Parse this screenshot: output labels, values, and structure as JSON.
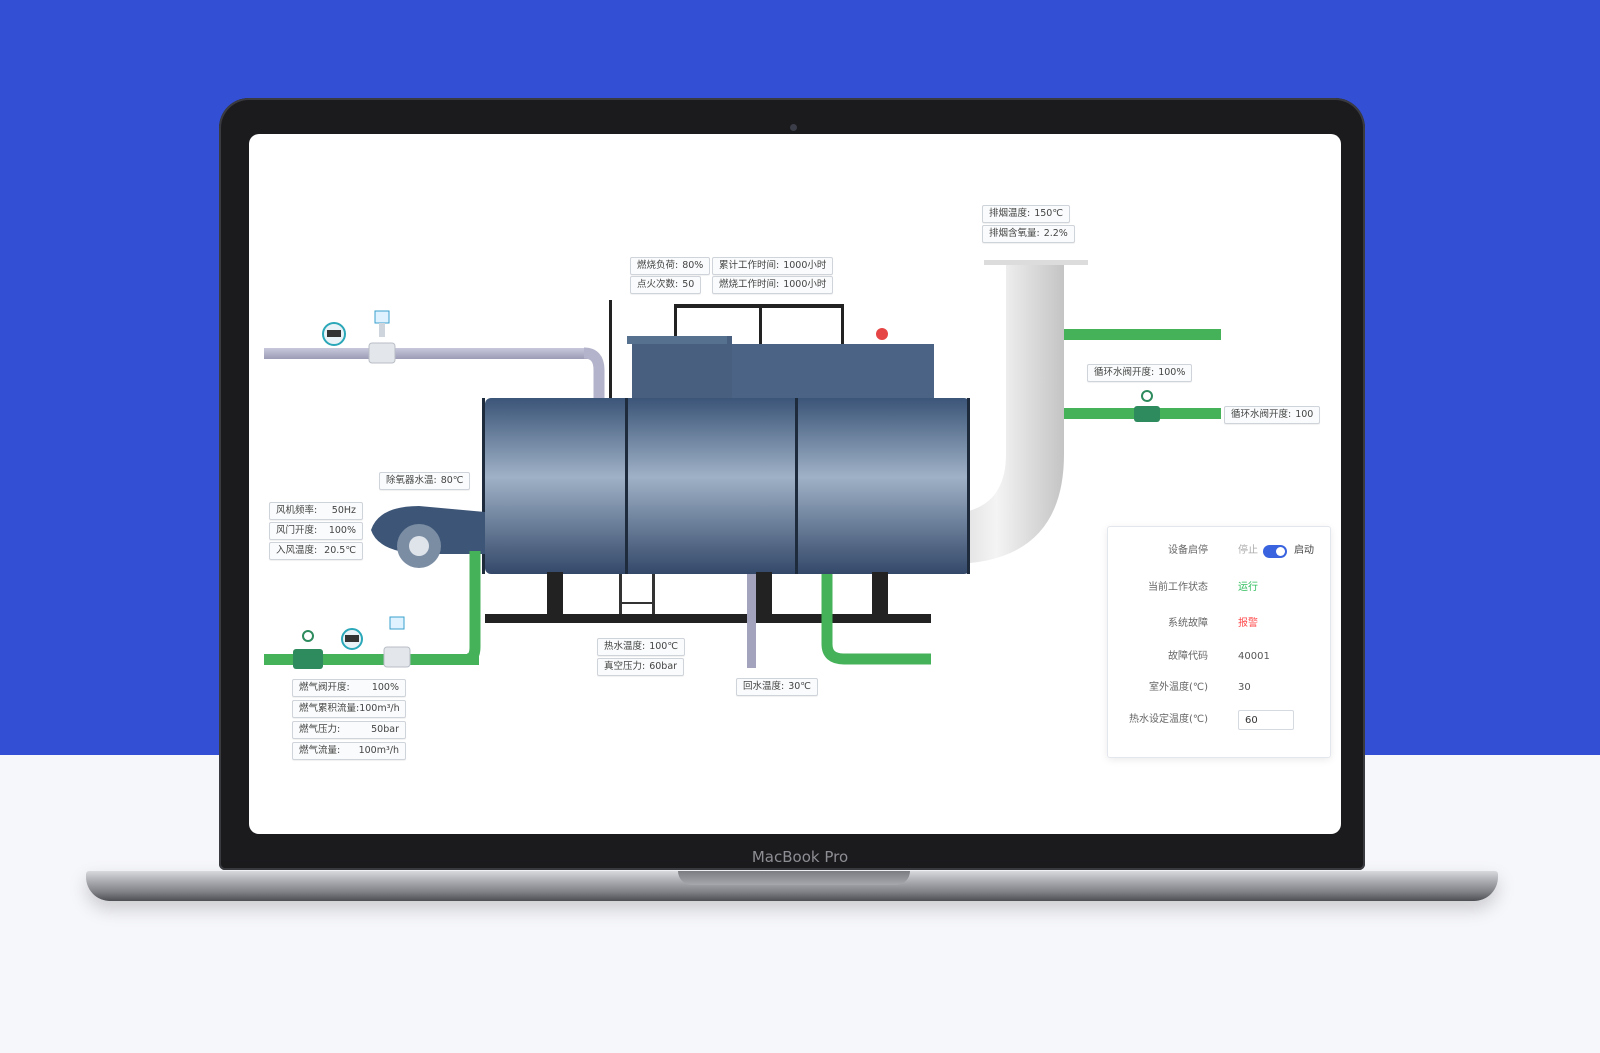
{
  "laptop": {
    "brand": "MacBook Pro"
  },
  "labels": {
    "exhaust_temp": {
      "key": "排烟温度:",
      "value": "150℃"
    },
    "exhaust_oxygen": {
      "key": "排烟含氧量:",
      "value": "2.2%"
    },
    "burn_load": {
      "key": "燃烧负荷:",
      "value": "80%"
    },
    "ignition_count": {
      "key": "点火次数:",
      "value": "50"
    },
    "total_work_time": {
      "key": "累计工作时间:",
      "value": "1000小时"
    },
    "burn_work_time": {
      "key": "燃烧工作时间:",
      "value": "1000小时"
    },
    "circ_valve_1": {
      "key": "循环水阀开度:",
      "value": "100%"
    },
    "circ_valve_2": {
      "key": "循环水阀开度:",
      "value": "100"
    },
    "deaerator_temp": {
      "key": "除氧器水温:",
      "value": "80℃"
    },
    "fan_freq": {
      "key": "风机频率:",
      "value": "50Hz"
    },
    "damper_open": {
      "key": "风门开度:",
      "value": "100%"
    },
    "inlet_air_temp": {
      "key": "入风温度:",
      "value": "20.5℃"
    },
    "hot_water_temp": {
      "key": "热水温度:",
      "value": "100℃"
    },
    "vacuum_pressure": {
      "key": "真空压力:",
      "value": "60bar"
    },
    "return_temp": {
      "key": "回水温度:",
      "value": "30℃"
    },
    "gas_valve": {
      "key": "燃气阀开度:",
      "value": "100%"
    },
    "gas_cum_flow": {
      "key": "燃气累积流量:",
      "value": "100m³/h"
    },
    "gas_pressure": {
      "key": "燃气压力:",
      "value": "50bar"
    },
    "gas_flow": {
      "key": "燃气流量:",
      "value": "100m³/h"
    }
  },
  "control_panel": {
    "device_switch": {
      "key": "设备启停",
      "off_label": "停止",
      "on_label": "启动",
      "on": true
    },
    "work_status": {
      "key": "当前工作状态",
      "value": "运行"
    },
    "system_fault": {
      "key": "系统故障",
      "value": "报警"
    },
    "fault_code": {
      "key": "故障代码",
      "value": "40001"
    },
    "outdoor_temp": {
      "key": "室外温度(℃)",
      "value": "30"
    },
    "hot_water_setpoint": {
      "key": "热水设定温度(℃)",
      "value": "60"
    }
  },
  "colors": {
    "background_blue": "#3350d4",
    "boiler_blue": "#4f6a8c",
    "pipe_green": "#3fae52",
    "pipe_gray": "#a9a9c4",
    "exhaust_white": "#e6e6e6",
    "status_ok": "#2ebd5c",
    "status_alarm": "#ff4d4f"
  }
}
